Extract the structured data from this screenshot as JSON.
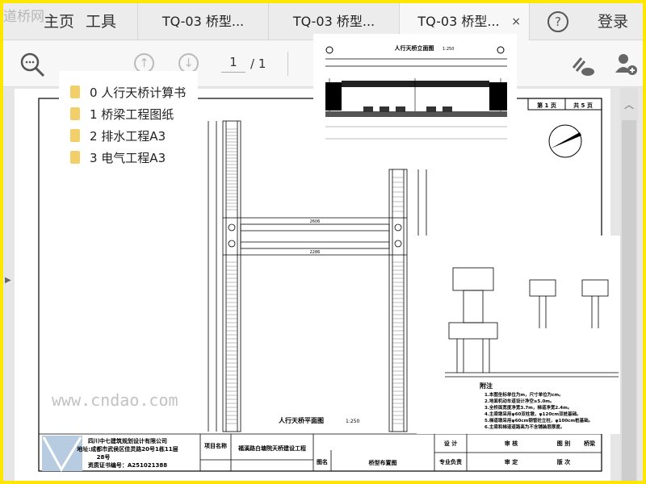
{
  "nav": {
    "home": "主页",
    "tools": "工具",
    "help_icon": "question-circle-icon",
    "login": "登录"
  },
  "tabs": [
    {
      "label": "TQ-03 桥型..."
    },
    {
      "label": "TQ-03 桥型..."
    },
    {
      "label": "TQ-03 桥型...",
      "close": "×"
    }
  ],
  "toolbar": {
    "page_current": "1",
    "page_total": "/ 1",
    "search_icon": "search-more-icon",
    "up_icon": "arrow-up-circle-icon",
    "down_icon": "arrow-down-circle-icon",
    "share_icon": "link-cloud-icon",
    "add_user_icon": "add-user-icon"
  },
  "bookmarks": [
    {
      "label": "0 人行天桥计算书"
    },
    {
      "label": "1 桥梁工程图纸"
    },
    {
      "label": "2 排水工程A3"
    },
    {
      "label": "3 电气工程A3"
    }
  ],
  "drawing": {
    "page_no": "第 1 页",
    "page_total": "共 5 页",
    "elevation_title": "人行天桥立面图",
    "elevation_scale": "1:250",
    "plan_title": "人行天桥平面图",
    "plan_scale": "1:250",
    "dim_top": "2606",
    "dim_mid": "2286",
    "notes_title": "附注",
    "notes": [
      "1.本图坐标单位为m，尺寸单位为cm。",
      "2.地面机动车道设计净空≥5.0m。",
      "3.全桥面宽度净宽3.7m，梯道净宽2.4m。",
      "4.主梁墩采用φ60双柱墩，φ120cm双桩基础。",
      "5.梯道墩采用φ60cm钢管砼立柱，φ100cm桩基础。",
      "6.主梁和梯道道路高为不含铺装层厚度。"
    ],
    "title_block": {
      "company": "四川中七建筑规划设计有限公司",
      "address": "地址:成都市武侯区佳灵路20号1栋11层",
      "address2": "28号",
      "cert": "资质证书编号：A251021388",
      "project_label": "项目名称",
      "project": "福溪路白塘院天桥建设工程",
      "drawing_label": "图名",
      "drawing": "桥型布置图",
      "design": "设 计",
      "review": "审 核",
      "drawn": "图 别",
      "category": "桥梁",
      "resp": "专业负责",
      "approve": "审 定",
      "version": "版 次"
    }
  },
  "watermarks": {
    "top_left": "道桥网",
    "bottom_right": "www.cndao.com"
  }
}
